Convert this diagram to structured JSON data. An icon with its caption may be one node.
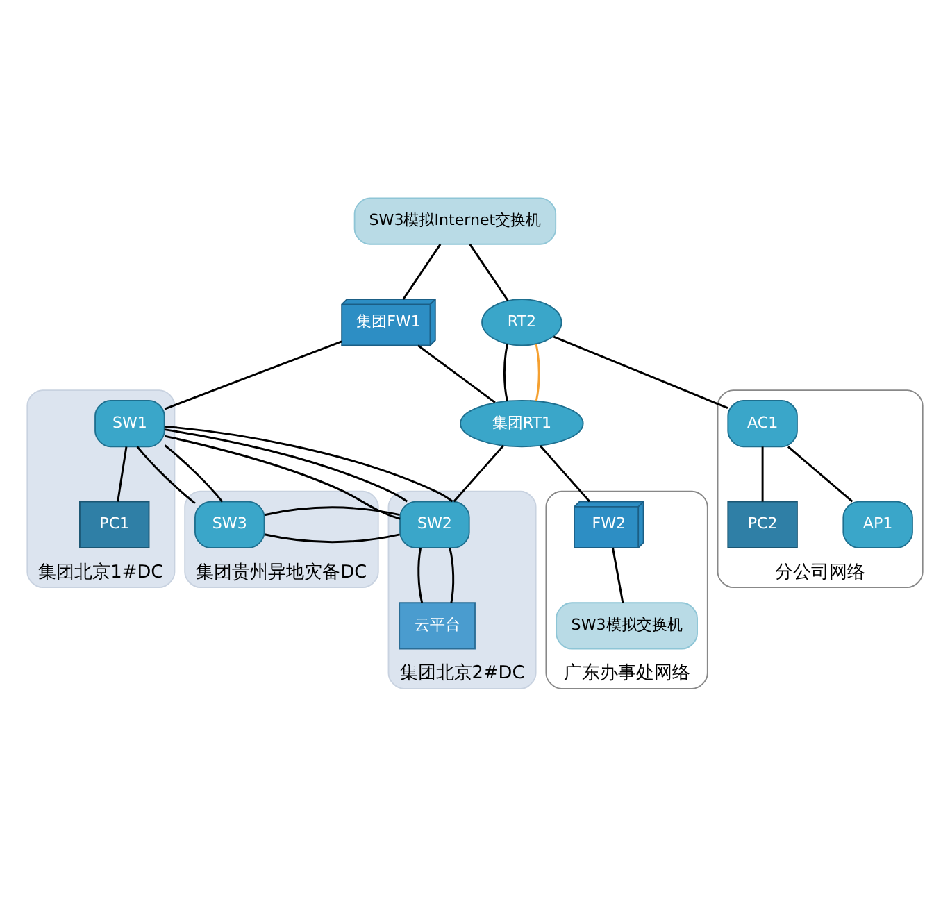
{
  "diagram": {
    "nodes": [
      {
        "text": [
          "集团北京1#DC"
        ]
      },
      {
        "text": [
          "SW1"
        ],
        "in": 0
      },
      {
        "text": [
          "PC1"
        ],
        "in": 0
      },
      {
        "text": [
          "集团贵州异地灾备DC"
        ]
      },
      {
        "text": [
          "SW3"
        ],
        "in": 3
      },
      {
        "text": [
          "集团北京2#DC"
        ]
      },
      {
        "text": [
          "SW2"
        ],
        "in": 5
      },
      {
        "text": [
          "云平台"
        ],
        "in": 5
      },
      {
        "text": [
          "SW3模拟Internet交换机"
        ]
      },
      {
        "text": [
          "集团FW1"
        ]
      },
      {
        "text": [
          "RT2"
        ]
      },
      {
        "text": [
          "集团RT1"
        ]
      },
      {
        "text": [
          "分公司网络"
        ]
      },
      {
        "text": [
          "AC1"
        ],
        "in": 12
      },
      {
        "text": [
          "PC2"
        ],
        "in": 12
      },
      {
        "text": [
          "AP1"
        ],
        "in": 12
      },
      {
        "text": [
          "广东办事处网络"
        ]
      },
      {
        "text": [
          "FW2"
        ],
        "in": 16
      },
      {
        "text": [
          "SW3模拟交换机"
        ],
        "in": 16
      }
    ],
    "edges": [
      {
        "from": 8,
        "to": 9,
        "arrow": "none"
      },
      {
        "from": 9,
        "to": 1,
        "arrow": "none"
      },
      {
        "from": 1,
        "to": 2,
        "arrow": "none"
      },
      {
        "from": 1,
        "to": 6,
        "arrow": "none"
      },
      {
        "from": 1,
        "to": 6,
        "arrow": "none"
      },
      {
        "from": 1,
        "to": 6,
        "arrow": "none"
      },
      {
        "from": 1,
        "to": 4,
        "arrow": "none"
      },
      {
        "from": 1,
        "to": 4,
        "arrow": "none"
      },
      {
        "from": 4,
        "to": 6,
        "arrow": "none"
      },
      {
        "from": 4,
        "to": 6,
        "arrow": "none"
      },
      {
        "from": 11,
        "to": 6,
        "arrow": "none"
      },
      {
        "from": 6,
        "to": 7,
        "arrow": "none"
      },
      {
        "from": 6,
        "to": 7,
        "arrow": "none"
      },
      {
        "from": 8,
        "to": 10,
        "arrow": "none"
      },
      {
        "from": 9,
        "to": 11,
        "arrow": "none"
      },
      {
        "from": 10,
        "to": 11,
        "arrow": "none"
      },
      {
        "from": 10,
        "to": 11,
        "arrow": "none",
        "color": "#f5a030"
      },
      {
        "from": 10,
        "to": 13,
        "arrow": "none"
      },
      {
        "from": 13,
        "to": 14,
        "arrow": "none"
      },
      {
        "from": 13,
        "to": 15,
        "arrow": "none"
      },
      {
        "from": 11,
        "to": 17,
        "arrow": "none"
      },
      {
        "from": 17,
        "to": 18,
        "arrow": "none"
      }
    ]
  }
}
